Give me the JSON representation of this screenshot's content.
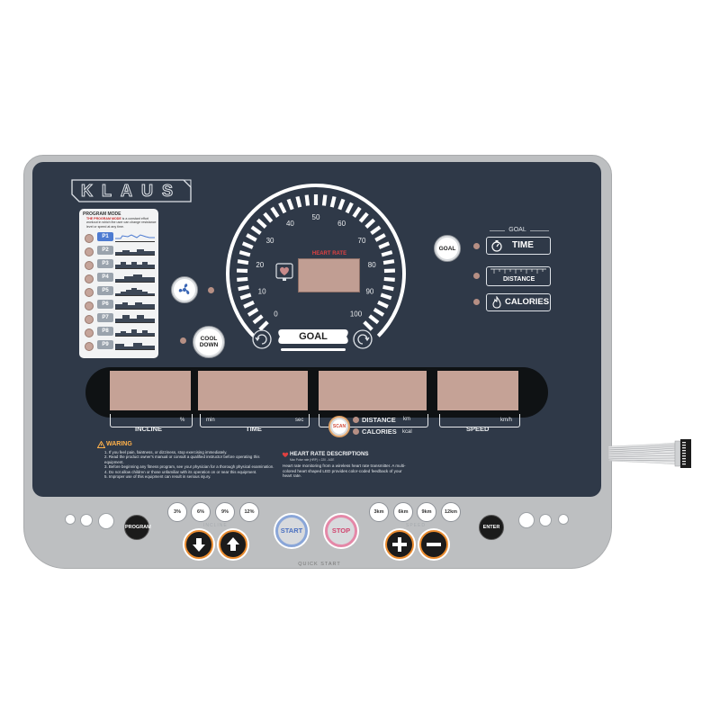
{
  "brand": {
    "logo": "KLAUS"
  },
  "program_mode": {
    "title": "PROGRAM MODE",
    "desc_highlight": "THE PROGRAM MODE",
    "desc_rest": "is a constant effort workout in which the user can change resistance level or speed at any time.",
    "programs": [
      {
        "label": "P1",
        "active": true
      },
      {
        "label": "P2",
        "active": false
      },
      {
        "label": "P3",
        "active": false
      },
      {
        "label": "P4",
        "active": false
      },
      {
        "label": "P5",
        "active": false
      },
      {
        "label": "P6",
        "active": false
      },
      {
        "label": "P7",
        "active": false
      },
      {
        "label": "P8",
        "active": false
      },
      {
        "label": "P9",
        "active": false
      }
    ]
  },
  "gauge": {
    "tick_labels": [
      "0",
      "10",
      "20",
      "30",
      "40",
      "50",
      "60",
      "70",
      "80",
      "90",
      "100"
    ],
    "heart_rate_label": "HEART RATE",
    "goal_label": "GOAL"
  },
  "buttons": {
    "goal": "GOAL",
    "cool_down_1": "COOL",
    "cool_down_2": "DOWN",
    "scan": "SCAN",
    "program": "PROGRAM",
    "enter": "ENTER",
    "start": "START",
    "stop": "STOP"
  },
  "goal_panel": {
    "title": "GOAL",
    "items": [
      {
        "label": "TIME",
        "icon": "stopwatch-icon"
      },
      {
        "label": "DISTANCE",
        "icon": "ruler-icon"
      },
      {
        "label": "CALORIES",
        "icon": "flame-icon"
      }
    ]
  },
  "displays": {
    "incline": "INCLINE",
    "incline_unit": "%",
    "time_min": "min",
    "time": "TIME",
    "time_sec": "sec",
    "distance": "DISTANCE",
    "distance_unit": "km",
    "calories": "CALORIES",
    "calories_unit": "kcal",
    "speed": "SPEED",
    "speed_unit": "km/h"
  },
  "warning": {
    "title": "WARING",
    "lines": [
      "1. If you feel pain, faintness, or dizziness, stop exercising immediately.",
      "2. Read the product owner's manual or consult a qualified instructor before operating this equipment.",
      "3. Before beginning any fitness program, see your physician for a thorough physical examination.",
      "4. Do not allow children or those unfamiliar with its operation on or near this equipment.",
      "5. Improper use of this equipment can result in serious injury."
    ]
  },
  "heart_rate_desc": {
    "title": "HEART RATE DESCRIPTIONS",
    "subtitle": "Max Pulse rate (HRP) = 220 - AGE",
    "text": "Heart rate monitoring from a wireless heart rate transmitter. A multi-colored heart shaped LED provides color-coded feedback of your heart rate."
  },
  "incline_group": {
    "label": "INCLINE",
    "presets": [
      "3%",
      "6%",
      "9%",
      "12%"
    ]
  },
  "speed_group": {
    "label": "SPEED",
    "presets": [
      "3km",
      "6km",
      "9km",
      "12km"
    ]
  },
  "quick_start": "QUICK START",
  "colors": {
    "panel": "#2f3948",
    "bezel": "#bdbfc1",
    "lcd": "#c5a296",
    "accent_orange": "#e98b2f",
    "stop_pink": "#d0456f",
    "start_blue": "#4a6fc0"
  }
}
